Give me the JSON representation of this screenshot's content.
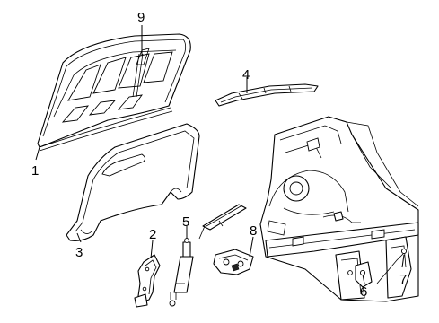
{
  "callouts": [
    {
      "id": "1",
      "part": "hood-panel"
    },
    {
      "id": "2",
      "part": "hood-hinge"
    },
    {
      "id": "3",
      "part": "hood-insulator"
    },
    {
      "id": "4",
      "part": "hood-seal-strip"
    },
    {
      "id": "5",
      "part": "hood-lift-support"
    },
    {
      "id": "6",
      "part": "hood-latch"
    },
    {
      "id": "7",
      "part": "release-cable"
    },
    {
      "id": "8",
      "part": "latch-bracket"
    },
    {
      "id": "9",
      "part": "hood-support-rod"
    }
  ]
}
